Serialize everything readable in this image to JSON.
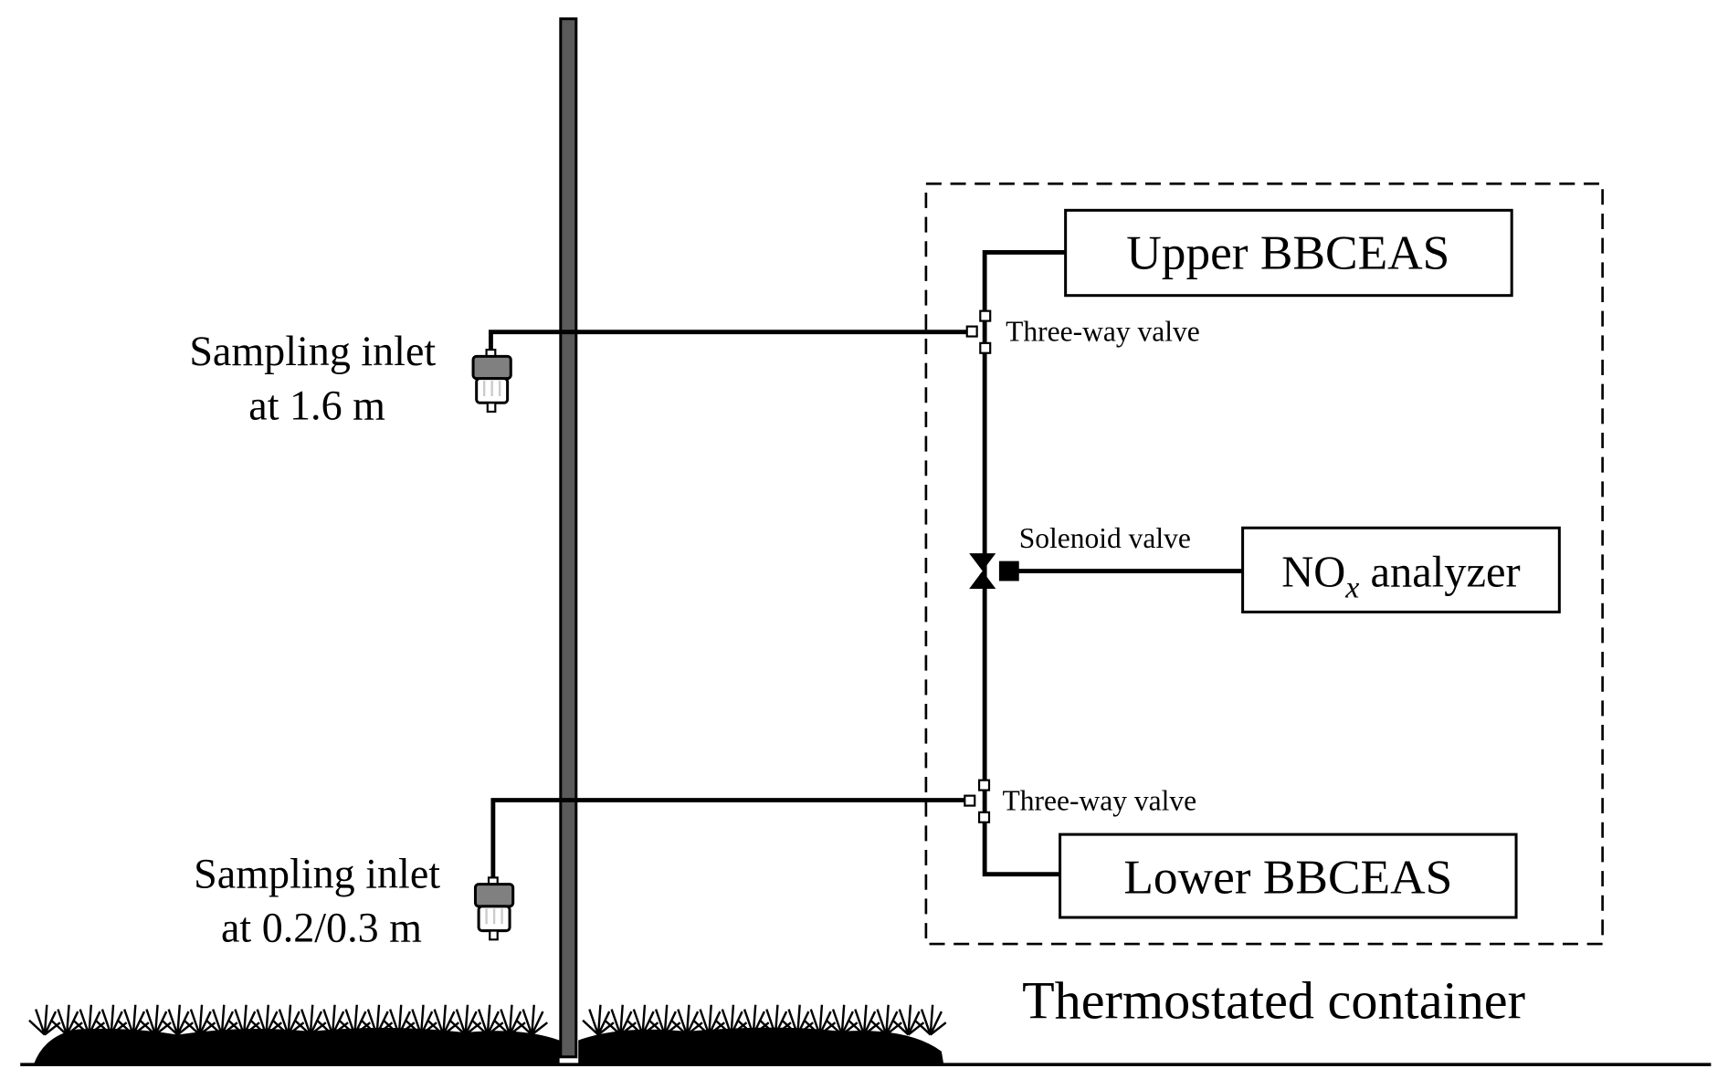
{
  "labels": {
    "upper_inlet_line1": "Sampling inlet",
    "upper_inlet_line2": "at 1.6 m",
    "lower_inlet_line1": "Sampling inlet",
    "lower_inlet_line2": "at 0.2/0.3 m",
    "upper_valve": "Three-way valve",
    "lower_valve": "Three-way valve",
    "solenoid_valve": "Solenoid valve",
    "upper_bbceas": "Upper BBCEAS",
    "lower_bbceas": "Lower BBCEAS",
    "nox_main": "NO",
    "nox_sub": "x",
    "nox_rest": " analyzer",
    "container": "Thermostated container"
  },
  "colors": {
    "pole": "#5a5a5a",
    "filter_cap": "#808080",
    "line": "#000000"
  }
}
